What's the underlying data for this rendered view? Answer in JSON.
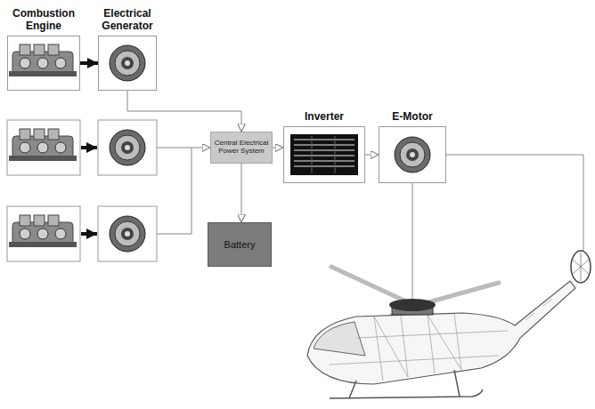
{
  "diagram": {
    "nodes": [
      {
        "text": [
          "Combustion Engine"
        ]
      },
      {
        "text": [
          "Electrical Generator"
        ]
      },
      {
        "text": [
          "Central Electrical Power System"
        ]
      },
      {
        "text": [
          "Battery"
        ]
      },
      {
        "text": [
          "Inverter"
        ]
      },
      {
        "text": [
          "E-Motor"
        ]
      }
    ],
    "edges": [
      {
        "from": 0,
        "to": 1,
        "arrow": "to"
      },
      {
        "from": 1,
        "to": 2,
        "arrow": "to"
      },
      {
        "from": 2,
        "to": 3,
        "arrow": "to"
      },
      {
        "from": 2,
        "to": 4,
        "arrow": "to"
      },
      {
        "from": 4,
        "to": 5,
        "arrow": "to"
      }
    ]
  }
}
